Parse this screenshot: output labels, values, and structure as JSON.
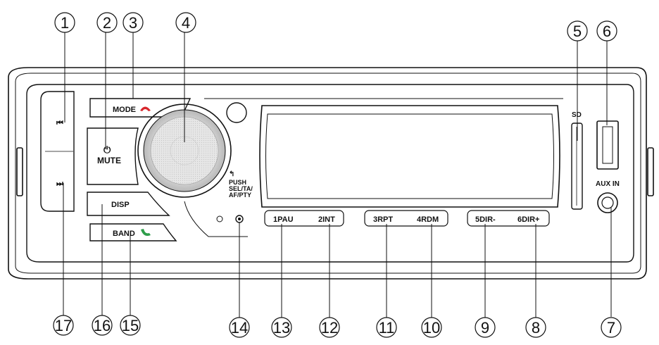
{
  "callouts": {
    "c1": "1",
    "c2": "2",
    "c3": "3",
    "c4": "4",
    "c5": "5",
    "c6": "6",
    "c7": "7",
    "c8": "8",
    "c9": "9",
    "c10": "10",
    "c11": "11",
    "c12": "12",
    "c13": "13",
    "c14": "14",
    "c15": "15",
    "c16": "16",
    "c17": "17"
  },
  "buttons": {
    "mode": "MODE",
    "mute": "MUTE",
    "disp": "DISP",
    "band": "BAND",
    "p1": "1PAU",
    "p2": "2INT",
    "p3": "3RPT",
    "p4": "4RDM",
    "p5": "5DIR-",
    "p6": "6DIR+"
  },
  "knob_label": {
    "line1": "PUSH",
    "line2": "SEL/TA/",
    "line3": "AF/PTY"
  },
  "ports": {
    "sd": "SD",
    "aux": "AUX IN"
  },
  "colors": {
    "hangup": "#d8262c",
    "call": "#2e9e4a",
    "line": "#111111",
    "knob": "#e2e2e2"
  },
  "icons": {
    "prev": "skip-previous-icon",
    "next": "skip-next-icon",
    "power": "power-icon",
    "hangup": "phone-hangup-icon",
    "call": "phone-call-icon",
    "back": "back-arrow-icon"
  }
}
